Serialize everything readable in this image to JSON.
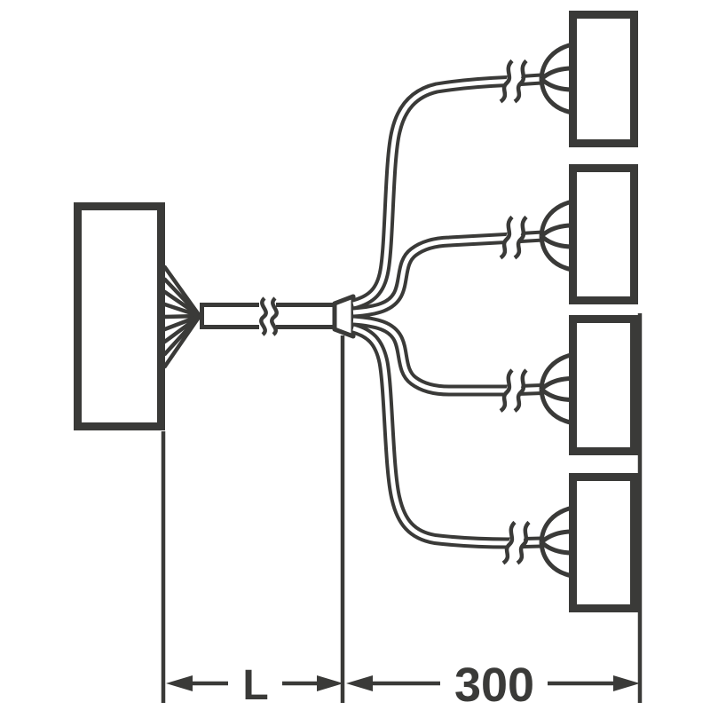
{
  "page": {
    "background": "#ffffff"
  },
  "diagram": {
    "type": "cable-assembly-wiring-diagram",
    "line_color": "#3a3a38",
    "fill_color": "#ffffff",
    "left_block": {
      "fanned_wires": 9
    },
    "main_cable": {
      "segments": 2,
      "break_symbols": 1
    },
    "splitter": {
      "branches": 4
    },
    "branches": [
      {
        "id": 1,
        "break_symbol": true
      },
      {
        "id": 2,
        "break_symbol": true
      },
      {
        "id": 3,
        "break_symbol": true
      },
      {
        "id": 4,
        "break_symbol": true
      }
    ],
    "output_blocks": 4,
    "dimensions": {
      "cable_length": {
        "label": "L"
      },
      "branch_length": {
        "label": "300"
      }
    }
  }
}
